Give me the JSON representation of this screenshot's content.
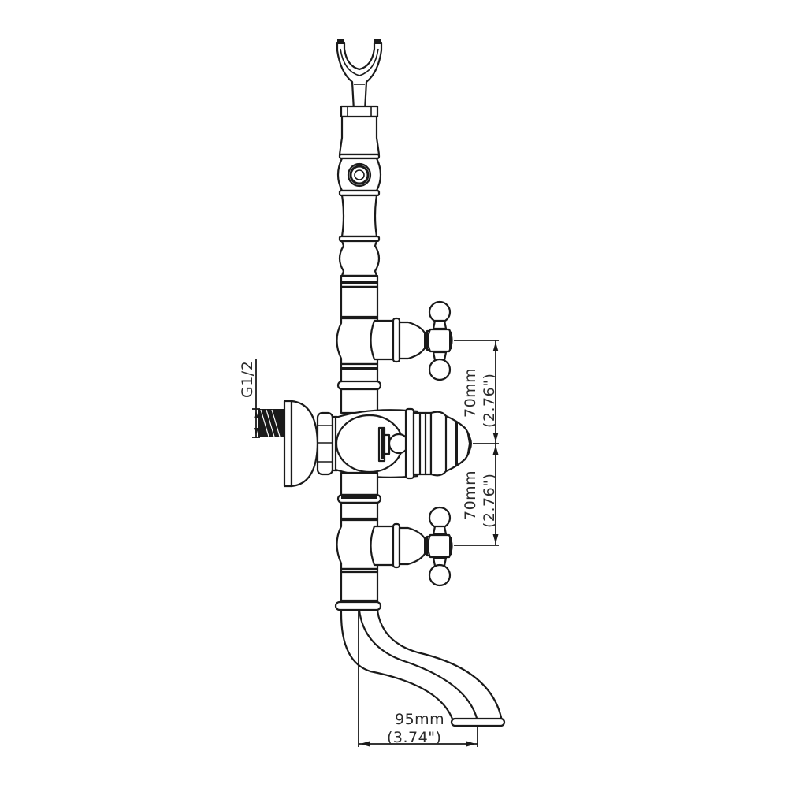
{
  "drawing": {
    "subject": "Wall-mounted thermostatic bath shower mixer with spout and shower holder",
    "line_color": "#1a1a1a",
    "background": "#ffffff"
  },
  "dimensions": {
    "inlet_thread": {
      "label": "G1/2"
    },
    "upper_spacing": {
      "metric": "70mm",
      "imperial": "(2.76\")"
    },
    "lower_spacing": {
      "metric": "70mm",
      "imperial": "(2.76\")"
    },
    "spout_projection": {
      "metric": "95mm",
      "imperial": "(3.74\")"
    }
  },
  "components": [
    {
      "name": "shower-holder-fork"
    },
    {
      "name": "riser-column"
    },
    {
      "name": "upper-cross-handle"
    },
    {
      "name": "wall-inlet-flange"
    },
    {
      "name": "thermostatic-control-knob"
    },
    {
      "name": "lower-cross-handle"
    },
    {
      "name": "bath-spout"
    }
  ]
}
